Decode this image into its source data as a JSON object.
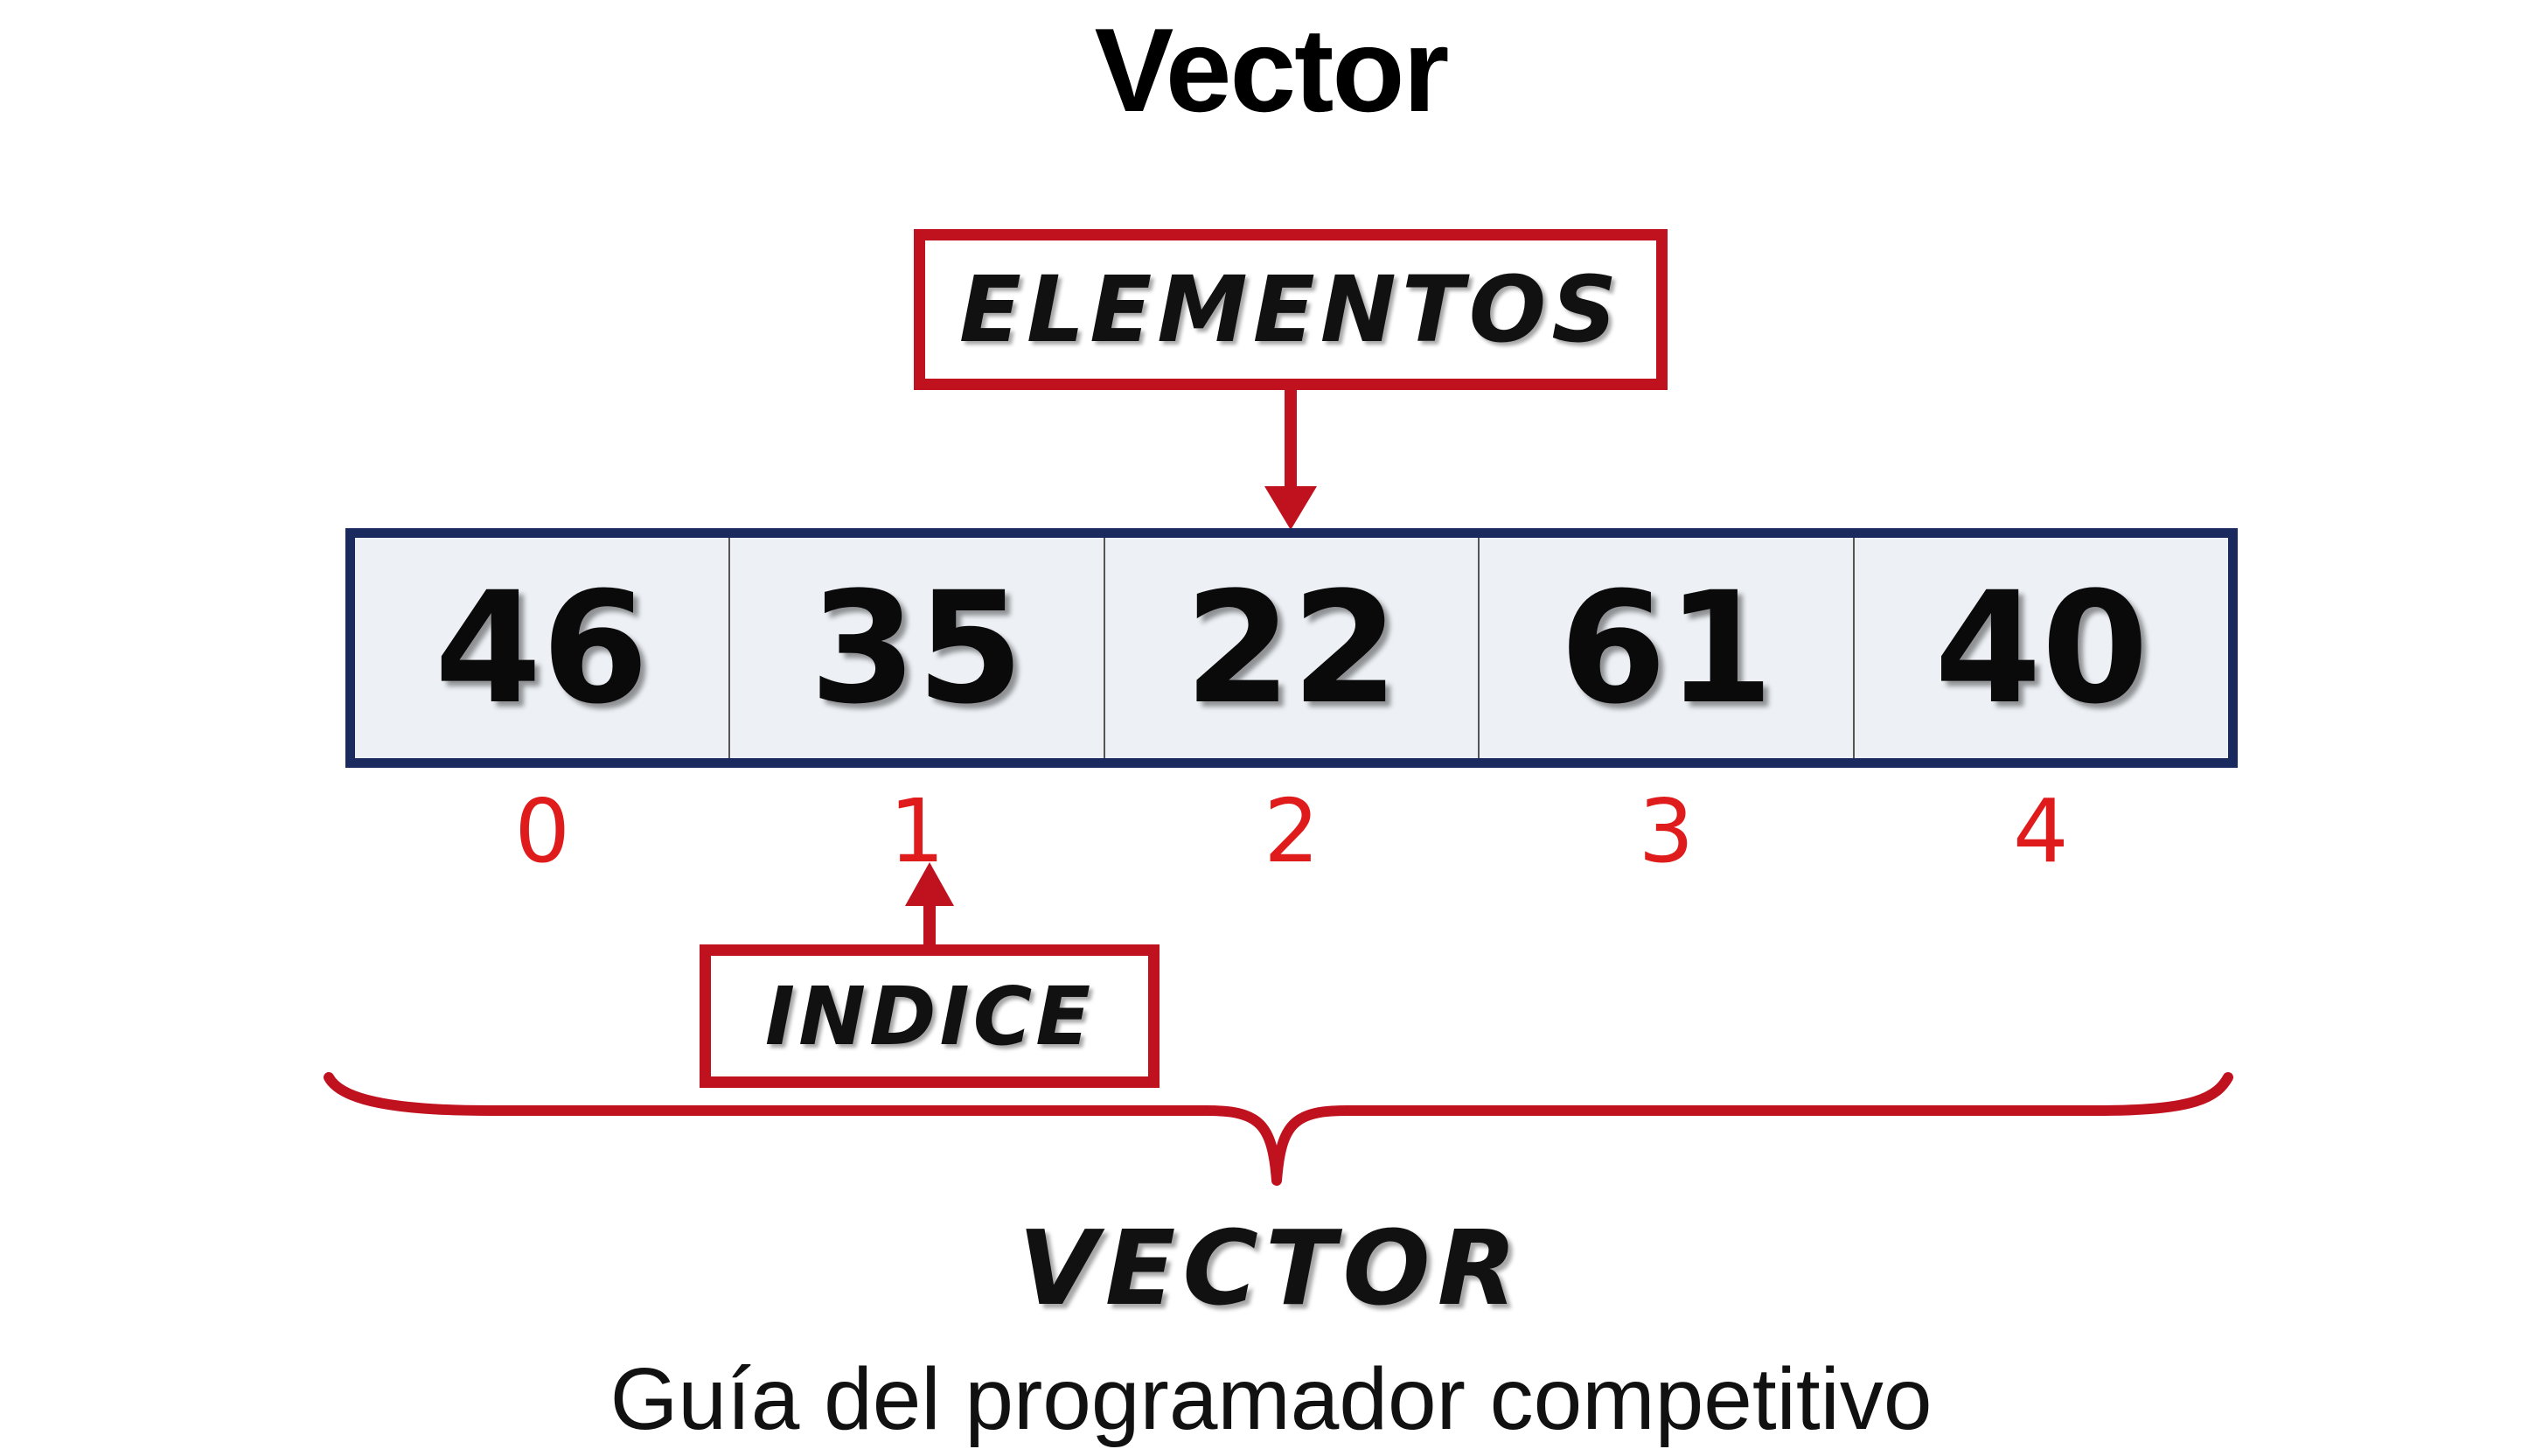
{
  "title": "Vector",
  "labels": {
    "elementos": "ELEMENTOS",
    "indice": "INDICE",
    "vector": "VECTOR"
  },
  "cells": [
    {
      "value": "46",
      "index": "0"
    },
    {
      "value": "35",
      "index": "1"
    },
    {
      "value": "22",
      "index": "2"
    },
    {
      "value": "61",
      "index": "3"
    },
    {
      "value": "40",
      "index": "4"
    }
  ],
  "subtitle": "Guía del programador competitivo",
  "colors": {
    "accent_red": "#c0111f",
    "index_red": "#e01b1b",
    "frame_navy": "#1b2a5e",
    "cell_fill": "#edf1f5"
  }
}
